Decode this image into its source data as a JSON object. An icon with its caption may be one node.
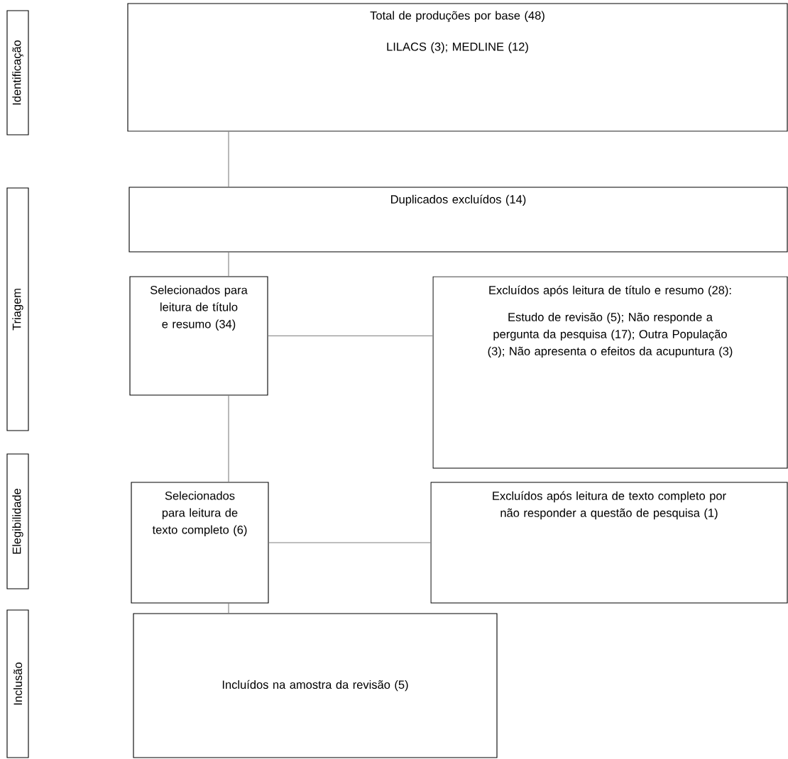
{
  "diagram": {
    "nodes": [
      {
        "text": [
          "Identificação"
        ]
      },
      {
        "text": [
          "Total de produções por base (48)",
          "LILACS (3); MEDLINE (12)"
        ]
      },
      {
        "text": [
          "Triagem"
        ]
      },
      {
        "text": [
          "Duplicados excluídos (14)"
        ]
      },
      {
        "text": [
          "Selecionados para leitura de título e resumo (34)"
        ]
      },
      {
        "text": [
          "Excluídos após leitura de título e resumo (28):",
          "Estudo de revisão (5); Não responde a pergunta da pesquisa (17); Outra População (3); Não apresenta o efeitos da acupuntura (3)"
        ]
      },
      {
        "text": [
          "Elegibilidade"
        ]
      },
      {
        "text": [
          "Selecionados para leitura de texto completo (6)"
        ]
      },
      {
        "text": [
          "Excluídos após leitura de texto completo por não responder a questão de pesquisa (1)"
        ]
      },
      {
        "text": [
          "Inclusão"
        ]
      },
      {
        "text": [
          "Incluídos na amostra da revisão (5)"
        ]
      }
    ],
    "edges": [
      {
        "from": 1,
        "to": 3,
        "arrow": "none"
      },
      {
        "from": 3,
        "to": 4,
        "arrow": "none"
      },
      {
        "from": 4,
        "to": 5,
        "arrow": "none"
      },
      {
        "from": 4,
        "to": 7,
        "arrow": "none"
      },
      {
        "from": 7,
        "to": 8,
        "arrow": "none"
      },
      {
        "from": 7,
        "to": 10,
        "arrow": "none"
      }
    ]
  }
}
